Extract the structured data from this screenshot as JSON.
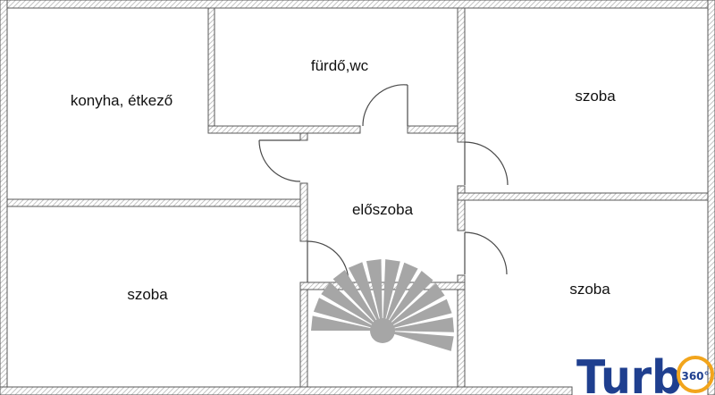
{
  "rooms": {
    "kitchen": "konyha, étkező",
    "bathroom": "fürdő,wc",
    "room_top_right": "szoba",
    "hall": "előszoba",
    "room_left": "szoba",
    "room_bottom_right": "szoba"
  },
  "logo": {
    "word_main": "Turb",
    "word_badge": "360°"
  },
  "colors": {
    "wall": "#5a5a5a",
    "hatch": "#b5b5b5",
    "stair": "#a6a6a6",
    "logo_blue": "#1f3f8f",
    "logo_orange": "#f2a51c"
  }
}
